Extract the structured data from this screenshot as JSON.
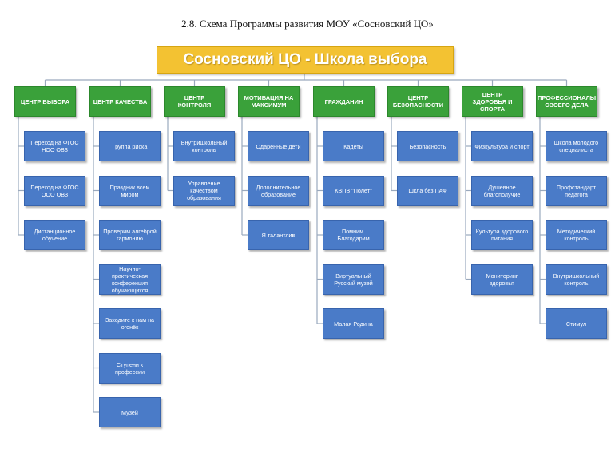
{
  "caption": "2.8. Схема Программы развития МОУ «Сосновский ЦО»",
  "root": "Сосновский ЦО - Школа выбора",
  "colors": {
    "root": "#f3c232",
    "head": "#3aa13a",
    "item": "#4a7bc8",
    "line": "#9aa9bd"
  },
  "columns": [
    {
      "title": "ЦЕНТР ВЫБОРА",
      "items": [
        "Переход на ФГОС НОО ОВЗ",
        "Переход на ФГОС ООО ОВЗ",
        "Дистанционное обучение"
      ]
    },
    {
      "title": "ЦЕНТР КАЧЕСТВА",
      "items": [
        "Группа риска",
        "Праздник всем миром",
        "Проверим алгеброй гармонию",
        "Научно-практическая конференция обучающихся",
        "Заходите к нам на огонёк",
        "Ступени к профессии",
        "Музей"
      ]
    },
    {
      "title": "ЦЕНТР КОНТРОЛЯ",
      "items": [
        "Внутришкольный контроль",
        "Управление качеством образования"
      ]
    },
    {
      "title": "МОТИВАЦИЯ НА МАКСИМУМ",
      "items": [
        "Одаренные дети",
        "Дополнительное образование",
        "Я талантлив"
      ]
    },
    {
      "title": "ГРАЖДАНИН",
      "items": [
        "Кадеты",
        "КВПВ \"Полёт\"",
        "Помним. Благодарим",
        "Виртуальный Русский музей",
        "Малая Родина"
      ]
    },
    {
      "title": "ЦЕНТР БЕЗОПАСНОСТИ",
      "items": [
        "Безопасность",
        "Шкла без ПАФ"
      ]
    },
    {
      "title": "ЦЕНТР ЗДОРОВЬЯ И СПОРТА",
      "items": [
        "Физкультура и спорт",
        "Душевное благополучие",
        "Культура здорового питания",
        "Мониторинг здоровья"
      ]
    },
    {
      "title": "ПРОФЕССИОНАЛЫ СВОЕГО ДЕЛА",
      "items": [
        "Школа молодого специалиста",
        "Профстандарт педагога",
        "Методический контроль",
        "Внутришкольный контроль",
        "Стимул"
      ]
    }
  ]
}
